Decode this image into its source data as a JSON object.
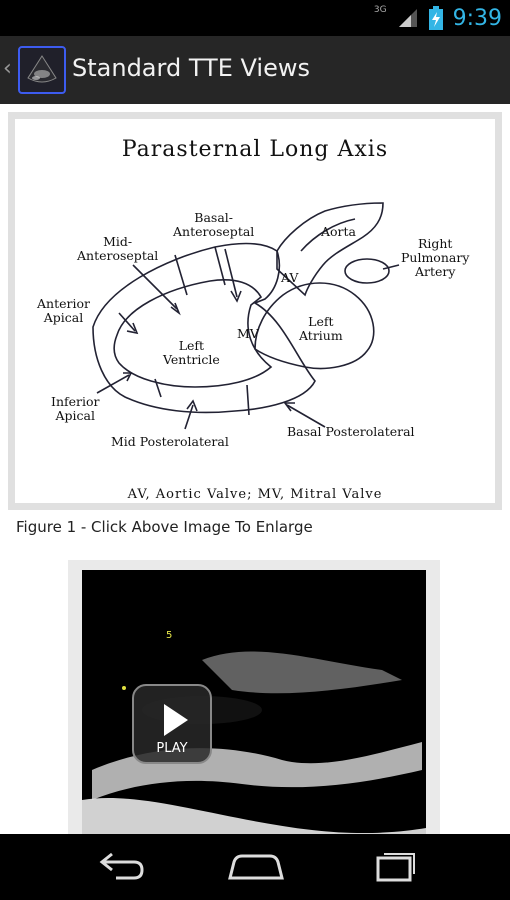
{
  "status_bar": {
    "network": "3G",
    "time": "9:39"
  },
  "action_bar": {
    "title": "Standard TTE Views"
  },
  "figure": {
    "title": "Parasternal Long Axis",
    "labels": {
      "basal_anteroseptal": "Basal-\nAnteroseptal",
      "mid_anteroseptal": "Mid-\nAnteroseptal",
      "aorta": "Aorta",
      "right_pulmonary_artery": "Right\nPulmonary\nArtery",
      "av": "AV",
      "anterior_apical": "Anterior\nApical",
      "left_ventricle": "Left\nVentricle",
      "mv": "MV",
      "left_atrium": "Left\nAtrium",
      "inferior_apical": "Inferior\nApical",
      "mid_posterolateral": "Mid Posterolateral",
      "basal_posterolateral": "Basal Posterolateral"
    },
    "caption": "AV, Aortic Valve; MV, Mitral Valve"
  },
  "figure_note": "Figure 1 - Click Above Image To Enlarge",
  "video": {
    "play_label": "PLAY",
    "marker": "5"
  }
}
